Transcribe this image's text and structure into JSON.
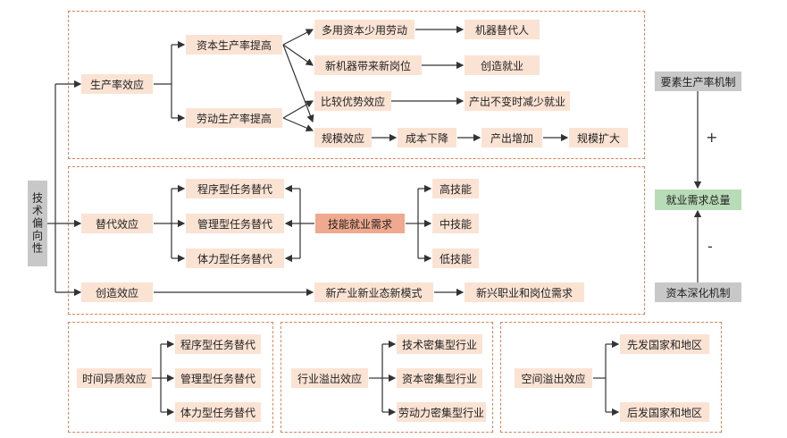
{
  "root": {
    "label": "技术偏向性"
  },
  "productivity": {
    "effect": "生产率效应",
    "capital_prod": "资本生产率提高",
    "labor_prod": "劳动生产率提高",
    "more_capital": "多用资本少用劳动",
    "machine_replace": "机器替代人",
    "new_machine": "新机器带来新岗位",
    "create_jobs": "创造就业",
    "comparative": "比较优势效应",
    "output_constant": "产出不变时减少就业",
    "scale": "规模效应",
    "cost_down": "成本下降",
    "output_up": "产出增加",
    "scale_up": "规模扩大"
  },
  "substitution": {
    "effect": "替代效应",
    "program_task": "程序型任务替代",
    "manage_task": "管理型任务替代",
    "physical_task": "体力型任务替代",
    "skill_demand": "技能就业需求",
    "high": "高技能",
    "mid": "中技能",
    "low": "低技能"
  },
  "creation": {
    "effect": "创造效应",
    "new_industry": "新产业新业态新模式",
    "new_jobs": "新兴职业和岗位需求"
  },
  "time_hetero": {
    "effect": "时间异质效应",
    "program_task": "程序型任务替代",
    "manage_task": "管理型任务替代",
    "physical_task": "体力型任务替代"
  },
  "industry_spill": {
    "effect": "行业溢出效应",
    "tech": "技术密集型行业",
    "capital": "资本密集型行业",
    "labor": "劳动力密集型行业"
  },
  "space_spill": {
    "effect": "空间溢出效应",
    "developed": "先发国家和地区",
    "late": "后发国家和地区"
  },
  "right": {
    "factor_mech": "要素生产率机制",
    "total_demand": "就业需求总量",
    "capital_deep": "资本深化机制",
    "plus": "+",
    "minus": "-"
  },
  "colors": {
    "box": "#fbe3d4",
    "highlight": "#f0a98e",
    "gray": "#c8c8c8",
    "green": "#b7dcb7",
    "dash": "#e0825a",
    "line": "#333333"
  }
}
